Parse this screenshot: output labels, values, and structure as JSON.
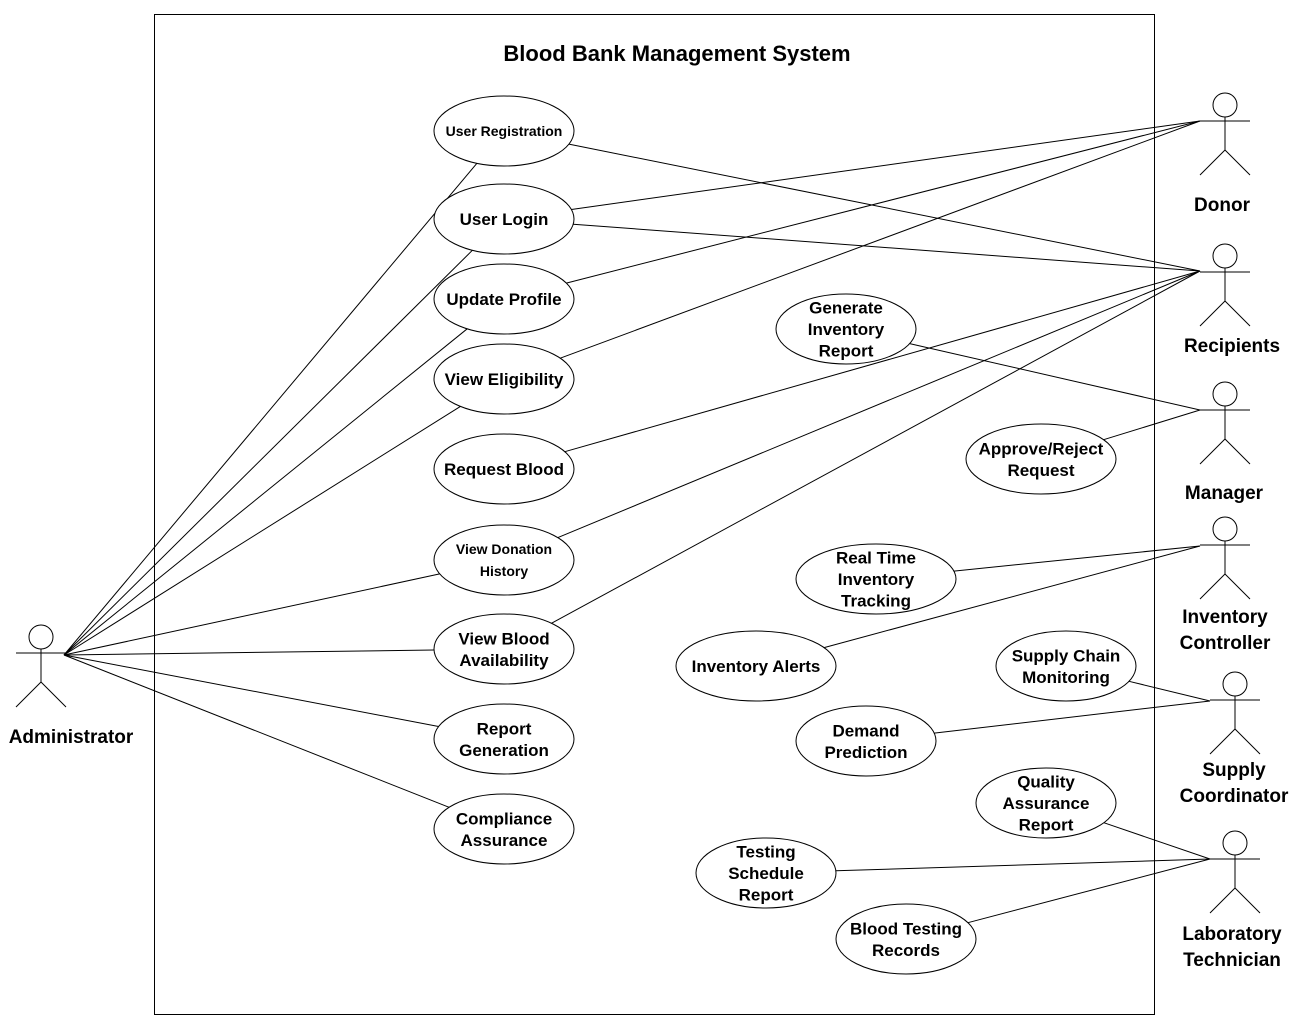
{
  "system": {
    "title": "Blood Bank Management System"
  },
  "actors": {
    "administrator": "Administrator",
    "donor": "Donor",
    "recipients": "Recipients",
    "manager": "Manager",
    "inventory_controller": [
      "Inventory",
      "Controller"
    ],
    "supply_coordinator": [
      "Supply",
      "Coordinator"
    ],
    "laboratory_technician": [
      "Laboratory",
      "Technician"
    ]
  },
  "use_cases": {
    "user_registration": [
      "User Registration"
    ],
    "user_login": [
      "User Login"
    ],
    "update_profile": [
      "Update Profile"
    ],
    "view_eligibility": [
      "View Eligibility"
    ],
    "request_blood": [
      "Request Blood"
    ],
    "view_donation_history": [
      "View Donation",
      "History"
    ],
    "view_blood_availability": [
      "View Blood",
      "Availability"
    ],
    "report_generation": [
      "Report",
      "Generation"
    ],
    "compliance_assurance": [
      "Compliance",
      "Assurance"
    ],
    "generate_inventory_report": [
      "Generate",
      "Inventory",
      "Report"
    ],
    "approve_reject_request": [
      "Approve/Reject",
      "Request"
    ],
    "real_time_inventory_tracking": [
      "Real Time",
      "Inventory",
      "Tracking"
    ],
    "inventory_alerts": [
      "Inventory Alerts"
    ],
    "supply_chain_monitoring": [
      "Supply Chain",
      "Monitoring"
    ],
    "demand_prediction": [
      "Demand",
      "Prediction"
    ],
    "quality_assurance_report": [
      "Quality",
      "Assurance",
      "Report"
    ],
    "testing_schedule_report": [
      "Testing",
      "Schedule",
      "Report"
    ],
    "blood_testing_records": [
      "Blood Testing",
      "Records"
    ]
  },
  "associations": [
    [
      "administrator",
      "user_registration"
    ],
    [
      "administrator",
      "user_login"
    ],
    [
      "administrator",
      "update_profile"
    ],
    [
      "administrator",
      "view_eligibility"
    ],
    [
      "administrator",
      "view_donation_history"
    ],
    [
      "administrator",
      "view_blood_availability"
    ],
    [
      "administrator",
      "report_generation"
    ],
    [
      "administrator",
      "compliance_assurance"
    ],
    [
      "donor",
      "user_login"
    ],
    [
      "donor",
      "update_profile"
    ],
    [
      "donor",
      "view_eligibility"
    ],
    [
      "recipients",
      "user_registration"
    ],
    [
      "recipients",
      "user_login"
    ],
    [
      "recipients",
      "request_blood"
    ],
    [
      "recipients",
      "view_donation_history"
    ],
    [
      "recipients",
      "view_blood_availability"
    ],
    [
      "manager",
      "generate_inventory_report"
    ],
    [
      "manager",
      "approve_reject_request"
    ],
    [
      "inventory_controller",
      "real_time_inventory_tracking"
    ],
    [
      "inventory_controller",
      "inventory_alerts"
    ],
    [
      "supply_coordinator",
      "supply_chain_monitoring"
    ],
    [
      "supply_coordinator",
      "demand_prediction"
    ],
    [
      "laboratory_technician",
      "quality_assurance_report"
    ],
    [
      "laboratory_technician",
      "testing_schedule_report"
    ],
    [
      "laboratory_technician",
      "blood_testing_records"
    ]
  ]
}
